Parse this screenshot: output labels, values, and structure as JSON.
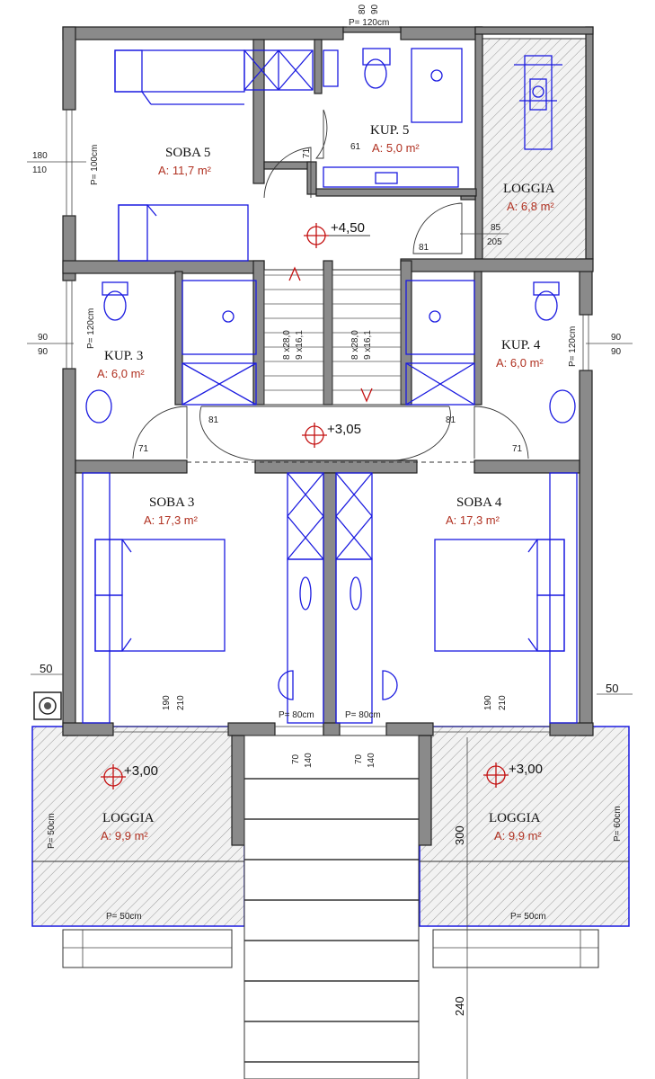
{
  "rooms": {
    "soba5": {
      "name": "SOBA 5",
      "area": "A: 11,7 m²"
    },
    "kup5": {
      "name": "KUP. 5",
      "area": "A: 5,0 m²"
    },
    "loggia_top": {
      "name": "LOGGIA",
      "area": "A: 6,8 m²"
    },
    "kup3": {
      "name": "KUP. 3",
      "area": "A: 6,0 m²"
    },
    "kup4": {
      "name": "KUP. 4",
      "area": "A: 6,0 m²"
    },
    "soba3": {
      "name": "SOBA 3",
      "area": "A: 17,3 m²"
    },
    "soba4": {
      "name": "SOBA 4",
      "area": "A: 17,3 m²"
    },
    "loggia_left": {
      "name": "LOGGIA",
      "area": "A: 9,9 m²"
    },
    "loggia_right": {
      "name": "LOGGIA",
      "area": "A: 9,9 m²"
    }
  },
  "levels": {
    "upper": "+4,50",
    "landing": "+3,05",
    "loggia_left": "+3,00",
    "loggia_right": "+3,00"
  },
  "stairs": {
    "left_label": "8 x28,0",
    "left_label2": "9 x16,1",
    "right_label": "8 x28,0",
    "right_label2": "9 x16,1"
  },
  "dimensions": {
    "top_window": "P= 120cm",
    "top_80": "80",
    "top_90": "90",
    "left_180": "180",
    "left_110": "110",
    "soba5_window": "P= 100cm",
    "door_71a": "71",
    "door_61": "61",
    "door_81_top": "81",
    "dim_85": "85",
    "dim_205": "205",
    "left_90a": "90",
    "left_90b": "90",
    "kup3_window": "P= 120cm",
    "right_90a": "90",
    "right_90b": "90",
    "kup4_window": "P= 120cm",
    "door_81_left": "81",
    "door_81_right": "81",
    "door_71_left": "71",
    "door_71_right": "71",
    "dim_50_left": "50",
    "dim_50_right": "50",
    "dim_190_left": "190",
    "dim_210_left": "210",
    "dim_190_right": "190",
    "dim_210_right": "210",
    "door_p80_left": "P= 80cm",
    "door_p80_right": "P= 80cm",
    "dim_70_left": "70",
    "dim_140_left": "140",
    "dim_70_right": "70",
    "dim_140_right": "140",
    "loggia_left_side": "P= 50cm",
    "loggia_left_bottom": "P= 50cm",
    "loggia_right_side": "P= 60cm",
    "loggia_right_bottom": "P= 50cm",
    "dim_300": "300",
    "dim_240": "240"
  }
}
